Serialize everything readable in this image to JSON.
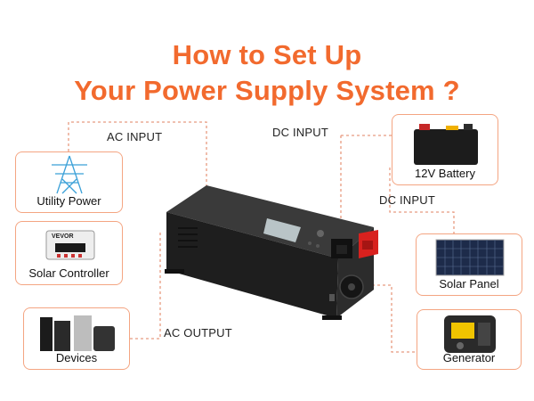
{
  "title": {
    "line1": "How to Set Up",
    "line2": "Your Power Supply System ?"
  },
  "connections": {
    "ac_input": "AC INPUT",
    "dc_input_top": "DC INPUT",
    "dc_input_right": "DC INPUT",
    "ac_output": "AC OUTPUT"
  },
  "devices": {
    "utility_power": "Utility Power",
    "solar_controller": "Solar Controller",
    "devices": "Devices",
    "battery": "12V Battery",
    "solar_panel": "Solar Panel",
    "generator": "Generator",
    "controller_brand": "VEVOR"
  },
  "colors": {
    "accent": "#f26a2e",
    "box_border": "#f4a582",
    "connector_line": "#e89a80",
    "inverter_body": "#2a2a2a"
  }
}
